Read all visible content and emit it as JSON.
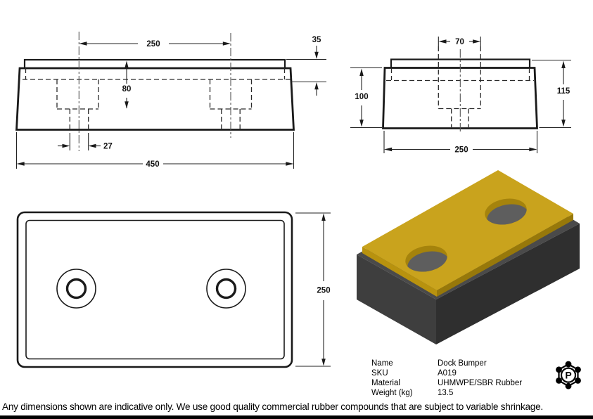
{
  "footer": {
    "disclaimer": "Any dimensions shown are indicative only. We use good quality commercial rubber compounds that are subject to variable shrinkage."
  },
  "product": {
    "rows": [
      {
        "label": "Name",
        "value": "Dock Bumper"
      },
      {
        "label": "SKU",
        "value": "A019"
      },
      {
        "label": "Material",
        "value": "UHMWPE/SBR Rubber"
      },
      {
        "label": "Weight (kg)",
        "value": "13.5"
      }
    ]
  },
  "logo": {
    "letter": "P"
  },
  "views": {
    "front": {
      "hole_spacing": "250",
      "plate_thickness": "35",
      "counterbore_depth": "80",
      "hole_diameter": "27",
      "overall_width": "450"
    },
    "side": {
      "counterbore_diameter": "70",
      "rubber_height": "100",
      "overall_height": "115",
      "overall_depth": "250"
    },
    "plan": {
      "overall_depth": "250"
    }
  },
  "colors": {
    "plate_top": "#c9a31d",
    "plate_side_left": "#b8920e",
    "plate_side_right": "#97780a",
    "hole_wall": "#a5830c",
    "hole_cavity": "#5e5e5e",
    "rubber_top": "#4a4a4a",
    "rubber_left": "#3e3e3e",
    "rubber_right": "#2f2f2f"
  }
}
